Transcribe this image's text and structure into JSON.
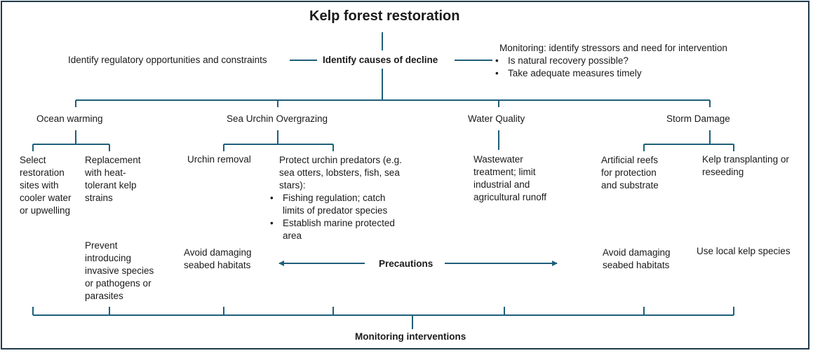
{
  "title": "Kelp forest restoration",
  "center_node": "Identify causes of decline",
  "left_note": "Identify regulatory opportunities and constraints",
  "monitoring": {
    "heading": "Monitoring: identify stressors and need for intervention",
    "bullets": [
      "Is natural recovery possible?",
      "Take adequate measures timely"
    ]
  },
  "causes": {
    "ocean_warming": {
      "label": "Ocean warming",
      "actions": [
        "Select restoration sites with cooler water or upwelling",
        "Replacement with heat-tolerant kelp strains"
      ]
    },
    "sea_urchin": {
      "label": "Sea Urchin Overgrazing",
      "actions": [
        "Urchin removal",
        "Protect urchin predators (e.g. sea otters, lobsters, fish, sea stars):"
      ],
      "predator_bullets": [
        "Fishing regulation; catch limits of predator species",
        "Establish marine protected area"
      ]
    },
    "water_quality": {
      "label": "Water Quality",
      "actions": [
        "Wastewater treatment; limit industrial and agricultural runoff"
      ]
    },
    "storm_damage": {
      "label": "Storm Damage",
      "actions": [
        "Artificial reefs for protection and substrate",
        "Kelp transplanting or reseeding"
      ]
    }
  },
  "precautions": {
    "label": "Precautions",
    "items": [
      "Prevent introducing invasive species or pathogens or parasites",
      "Avoid damaging seabed habitats",
      "Avoid damaging seabed habitats",
      "Use local kelp species"
    ]
  },
  "bottom_label": "Monitoring interventions",
  "colors": {
    "line": "#1f5f7a",
    "frame": "#1f3a4d",
    "text": "#1a1a1a"
  }
}
